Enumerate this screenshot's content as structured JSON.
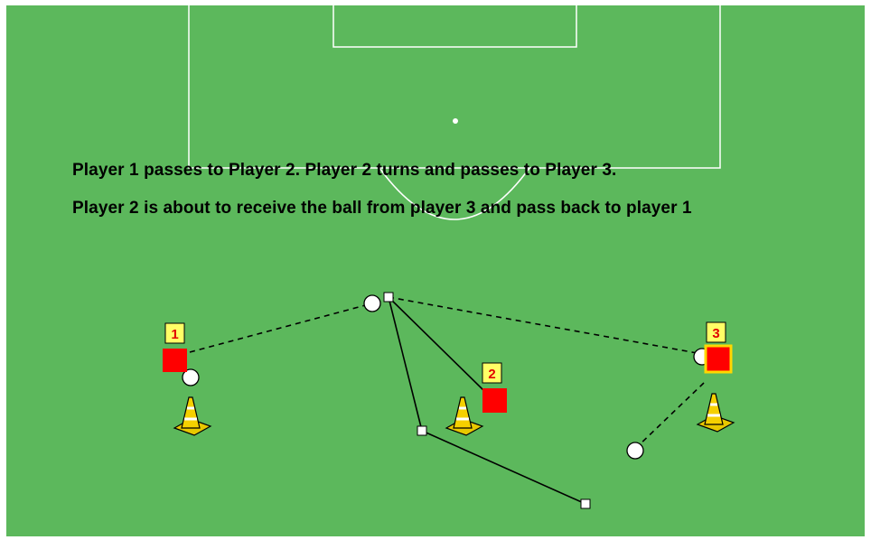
{
  "captions": {
    "line1": "Player 1 passes to Player 2. Player 2 turns and passes to Player 3.",
    "line2": "Player 2 is about to receive the ball from player 3 and pass back to player 1"
  },
  "players": [
    {
      "number": "1"
    },
    {
      "number": "2"
    },
    {
      "number": "3"
    }
  ],
  "colors": {
    "grass": "#5cb85c",
    "player": "#ff0000",
    "label_bg": "#ffff66",
    "cone": "#f5d000",
    "line": "#ffffff"
  }
}
